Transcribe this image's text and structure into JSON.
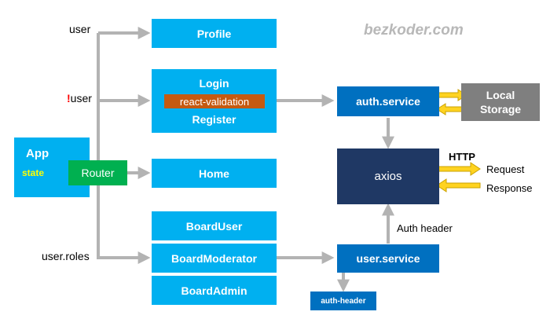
{
  "watermark": "bezkoder.com",
  "app": {
    "title": "App",
    "state_label": "state"
  },
  "router": "Router",
  "routes": {
    "user": "user",
    "not_mark": "!",
    "not_user": "user",
    "user_roles": "user.roles"
  },
  "components": {
    "profile": "Profile",
    "login": "Login",
    "validation": "react-validation",
    "register": "Register",
    "home": "Home",
    "board_user": "BoardUser",
    "board_moderator": "BoardModerator",
    "board_admin": "BoardAdmin"
  },
  "services": {
    "auth_service": "auth.service",
    "user_service": "user.service",
    "local_storage_line1": "Local",
    "local_storage_line2": "Storage",
    "axios": "axios",
    "auth_header_small": "auth-header",
    "auth_header_label": "Auth header"
  },
  "http": {
    "title": "HTTP",
    "request": "Request",
    "response": "Response"
  },
  "colors": {
    "component": "#00b0f0",
    "service": "#0070c0",
    "axios": "#1f3864",
    "storage": "#7f7f7f",
    "router": "#00b050",
    "validation": "#c55a11",
    "arrow": "#b3b3b3",
    "yellow_arrow": "#ffd320",
    "state_text": "#ffff00",
    "not_mark": "#ff0000"
  }
}
